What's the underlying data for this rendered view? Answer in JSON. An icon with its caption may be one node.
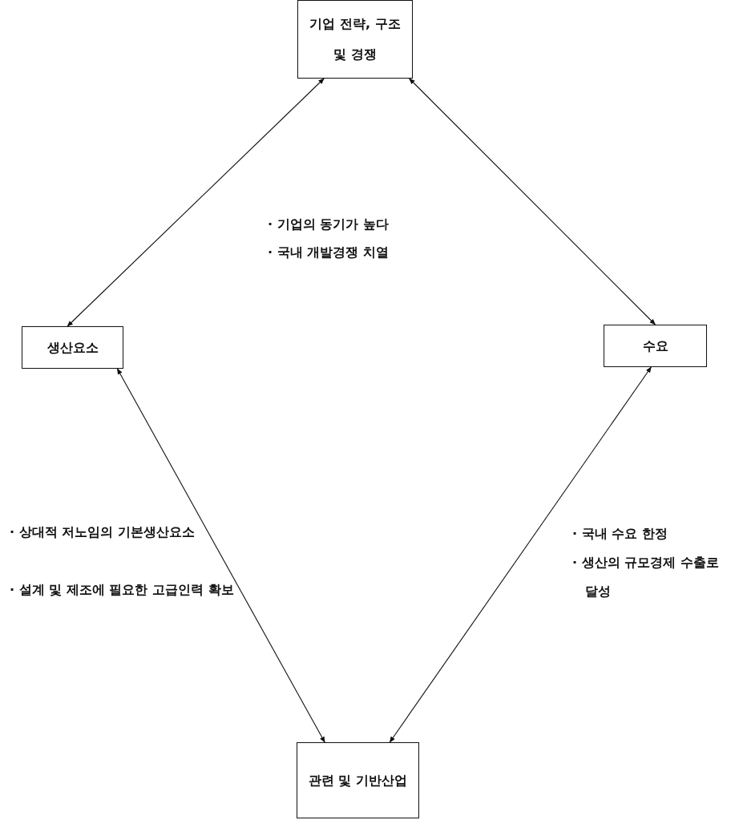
{
  "diagram": {
    "nodes": [
      {
        "text": [
          "기업 전략, 구조 및 경쟁"
        ]
      },
      {
        "text": [
          "생산요소"
        ]
      },
      {
        "text": [
          "수요"
        ]
      },
      {
        "text": [
          "관련 및 기반산업"
        ]
      }
    ],
    "edges": [
      {
        "from": 0,
        "to": 1,
        "arrow": "both"
      },
      {
        "from": 0,
        "to": 2,
        "arrow": "both"
      },
      {
        "from": 1,
        "to": 3,
        "arrow": "both"
      },
      {
        "from": 2,
        "to": 3,
        "arrow": "both"
      }
    ],
    "labels": [
      "· 기업의 동기가 높다",
      "· 국내 개발경쟁 치열",
      "· 상대적 저노임의 기본생산요소",
      "· 설계 및 제조에 필요한 고급인력 확보",
      "· 국내 수요 한정",
      "· 생산의 규모경제 수출로 달성"
    ]
  }
}
